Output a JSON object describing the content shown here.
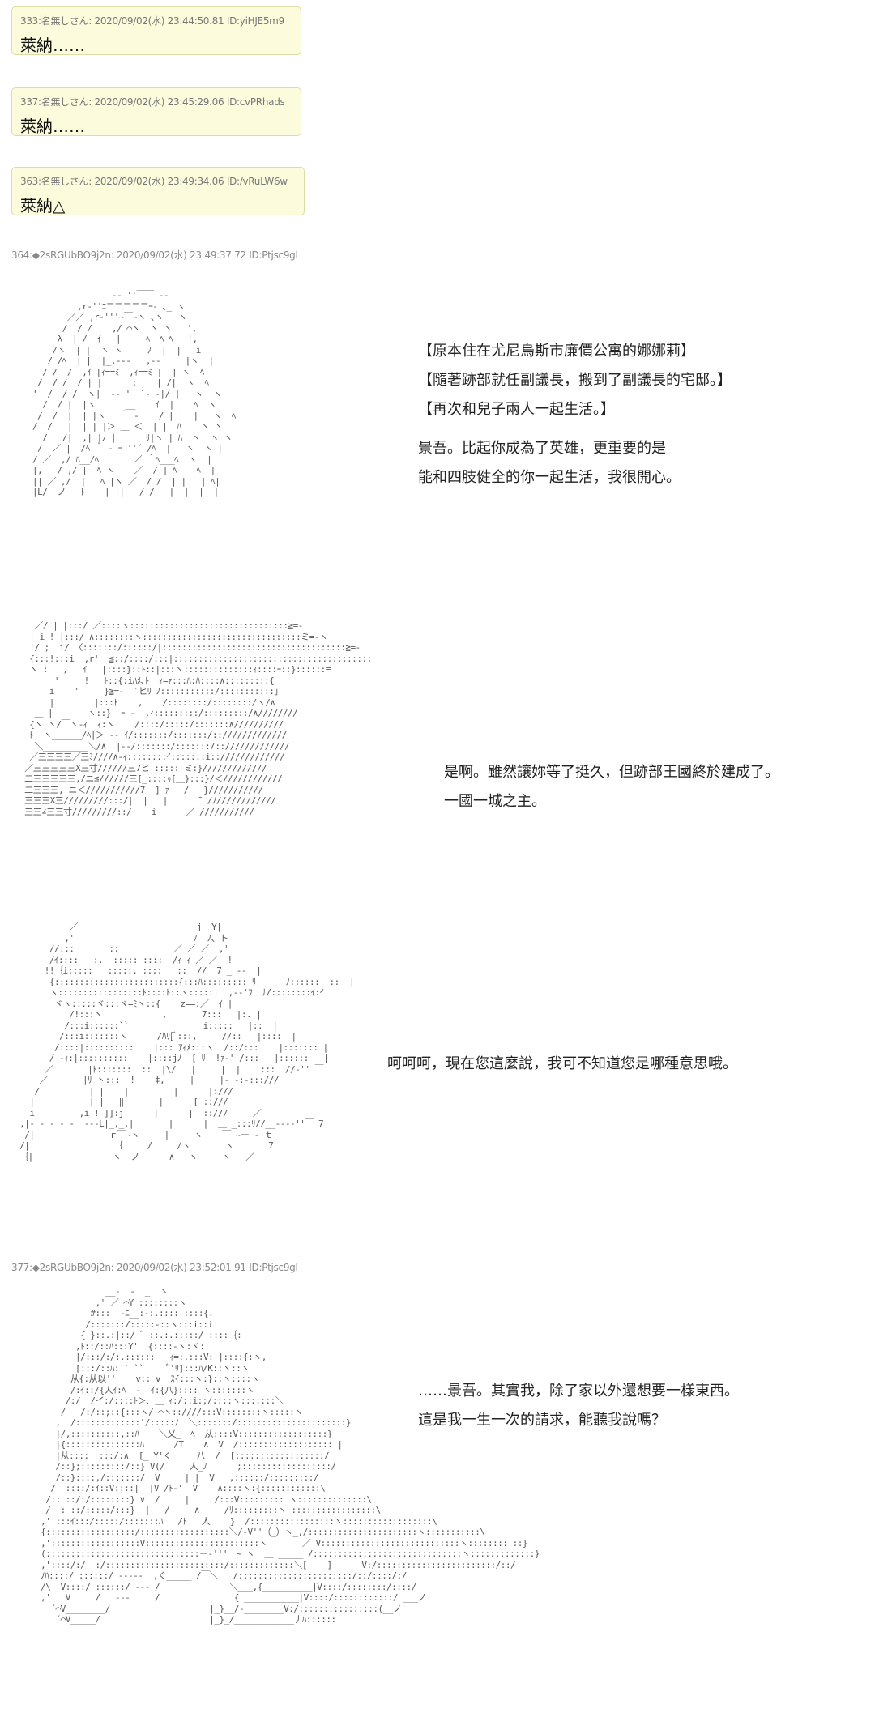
{
  "replies": [
    {
      "header": "333:名無しさん: 2020/09/02(水) 23:44:50.81 ID:yiHJE5m9",
      "text": "萊納……"
    },
    {
      "header": "337:名無しさん: 2020/09/02(水) 23:45:29.06 ID:cvPRhads",
      "text": "萊納……"
    },
    {
      "header": "363:名無しさん: 2020/09/02(水) 23:49:34.06 ID:/vRuLW6w",
      "text": "萊納△"
    }
  ],
  "posts": [
    {
      "header": "364:◆2sRGUbBO9j2n: 2020/09/02(水) 23:49:37.72 ID:Ptjsc9gl",
      "panels": [
        {
          "lines": [
            "【原本住在尤尼烏斯市廉價公寓的娜娜莉】",
            "【隨著跡部就任副議長，搬到了副議長的宅邸。】",
            "【再次和兒子兩人一起生活。】",
            "",
            "景吾。比起你成為了英雄，更重要的是",
            "能和四肢健全的你一起生活，我很開心。"
          ]
        },
        {
          "lines": [
            "是啊。雖然讓妳等了挺久，但跡部王國終於建成了。",
            "一國一城之主。"
          ]
        },
        {
          "lines": [
            "呵呵呵，現在您這麼說，我可不知道您是哪種意思哦。"
          ]
        }
      ]
    },
    {
      "header": "377:◆2sRGUbBO9j2n: 2020/09/02(水) 23:52:01.91 ID:Ptjsc9gl",
      "panels": [
        {
          "lines": [
            "……景吾。其實我，除了家以外還想要一樣東西。",
            "這是我一生一次的請求，能聽我說嗎？"
          ]
        }
      ]
    }
  ],
  "art": {
    "a1": "              _ -‐ ''￣￣ ‐- _\n         ,r‐''ﾆ二二二二二ｰ- ､_ ヽ\n       ／／ ,r‐'''~￣~ヽ ､ヽ   ヽ\n      /  / /    ,/ ⌒ヽ  ヽ ヽ   ',\n     λ  | /  ｲ   |     ﾍ  ﾍ ﾍ   ',\n    /ヽ  | |  ヽ ヽ     ﾉ  |  |   i\n   / /ﾍ  | |  |_,‐--   ,‐-  |  |ヽ  |\n  / /  /  ,ｲ |ｨ==ﾐ  ,ｨ==ﾐ |  | ヽ  ﾍ\n /  / /  / | |      ;    | /|  ヽ  ﾍ\n'  /  / /  ヽ|  ‐- '  `- ‐|/ |   ヽ  ヽ\n  /  / |  |ヽ      __    ｲ  |    ﾍ  ヽ\n /  /  |  | |ヽ   ｀ -    / | |  |   ヽ  ﾍ\n/  /   |  | | |＞ ＿ ＜  | |  ﾊ    ヽ ヽ\n  /   /|  ,| |ﾉ |      ﾘ|ヽ | ﾊ  ヽ  ヽ ヽ\n /  ／ |  /ﾍ ｀ ‐ ｰ ''´ /ﾍ  |   ヽ  ヽ |\n/ ／  ,/ ﾊ__/ﾍ       ／ ｀ﾍ___ﾍ  ヽ  |\n|,   / ,/ |  ﾍ ヽ    ／  / | ﾍ    ﾍ  |\n|| ／ ,/  |   ﾍ |ヽ ／  / /  | |   | ﾍ|\n|L/  ノ   ﾄ    | ||   / /   |  |  |  |",
    "a2": "   ／/ | |:::/ ／::::ヽ::::::::::::::::::::::::::::::::≧=‐\n  | i ! |:::/ ∧::::::::ヽ::::::::::::::::::::::::::::::::ミ=-ヽ\n  !/ ;  i/ 〈:::::::/::::::/|:::::::::::::::::::::::::::::::::::::≧=-\n  {:::!:::i  ,r'  ≦::/::::/:::|::::::::::::::::::::::::::::::::::::::::\n  ヽ :   ,   ｲ   |::::}::ﾄ::|:::ヽ::::::::::::::ｨ::::ｰ::}::::::≡\n       '     !   ﾄ::{:iﾊﾒ､ﾄ  ｨ=ｧ:::ﾊ:ﾊ::::∧:::::::::{\n      i    '     }≧=-  ′ヒﾘ ﾉ:::::::::::/:::::::::::｣\n      |        |:::ﾄ    ,    /::::::::/::::::::/ヽ/∧\n   ＿_|       ヽ::}  ｰ -  ,ｨ:::::::::/:::::::::/∧////////\n  {ヽ ヽ/￣ヽ‐ｨ  ｨ:ヽ    /::::/:::::/:::::::∧//////////\n  ﾄ  ヽ______/ﾍ|＞ -‐ ｲ/:::::::/:::::::/:://///////////\n   ＼_________＼/∧  |‐‐/:::::::/:::::::/:://///////////\n  ／三三三三／三ﾐ////∧‐ｨ::::::::ｲ:::::::i:://///////////\n ／三三三三三X三寸//////三7ヒ ::::: ミ:}/////////////\n 二三三三三三,/ニ≦//////三[_::::ｩ[＿}:::}/＜////////////\n 二三三三,'ニ＜///////////7  ]_ｧ   /___}///////////\n 三三三X三/////////:::/|  |   |      ̄  /ﾉ////////////\n 三三∠三三寸/////////::/|   i      ／ ///////////",
    "a3": "           ／                        j  Y|\n          ,'                        ﾉ  ﾉ、ト\n       //:::       ::           ／ ／ ／  ,'\n       /ｲ::::   :.  ::::: ::::  /ｨ ｨ ／ ／  !\n      !!｛i:::::   :::::. ::::   ::  //  7 _ -‐  |\n       {:::::::::::::::::::::::::{:::ﾊ::::::::: ﾘ      ﾉ::::::  ::  |\n       ヽ:::::::::::::::::ﾄ::::ﾄ::ヽ:::::|  ,-‐'ﾌ  ﾅ/::::::::ｲ:ｲ\n        ヾヽ:::::ヾ:::ヾ=ﾐヽ::{    z==:／  ｲ |\n           /!:::ヽ            ,       7:::   |:. |\n          /:::i::::::``               i:::::   |::  |\n         /:::i:::::::ヽ      /ﾊﾘ[ﾞ:::,     //::   |::::  |\n        /::::|::::::::::    |::: ｱｨﾒ:::ヽ  /::/:::    |::::::: |\n       / ‐ｨ:|::::::::::    |::::jﾉ  [ ﾘ  !ｧ‐' /:::   |::::::___|\n      ／       |ﾄ:::::::  ::  |\\/   |     |  |   |:::  //‐'' ￣\n     ／       |ﾘ 丶:::  !    ‡,     |     |‐ -:-:::///\n    /          | |    |         |      |:///\n   |           | |   ‖       |      [ ::///\n   i _       ,i_! ]]:j      |      |  ::///     ／\n ,|‐ - ‐ ‐ ‐  ‐-‐L|_,_,|       |      |  ＿ _:::ﾘ//__--‐‐''￣ 7\n  /|               ｒ￣~ヽ     |     ヽ    ￣ ~ー - ｔ\n /|                 ｛     /     /ヽ       ヽ       7\n ｛|                ヽ  ノ      ∧   ヽ     ヽ   ／",
    "a4": "              __-  ‐  _  ヽ\n            ,' ／ ⌒Y ::::::::ヽ\n           #:::  ‐ﾆ__:-:.:::: ::::{.\n          /:::::::/:::::-::ヽ:::i::i\n         {_}::.:|::/ ﾞ ::.:.:::::/ ::::｛:\n        ,ﾄ::/::ﾊ:::Y'  {::::-ヽ:ヾ:\n        |/:::/:/:.::::::   ｨ=:.:::V:||::::{:ヽ,\n        [:::/::ﾊ: ` ``     ﾞ'ﾘ]:::ﾊ/K::ヽ::ヽ\n       从{:从以''    v:: v  ｽ{:::ヽ:}::ヽ::::ヽ\n       /:ｲ::/{人ｲ:ﾍ  ‐  ｲ:{八}:::: ヽ:::::::ヽ\n      /:/  /イ:/::::ﾄ＞､ ＿ ｨ:/::i:;/::::ヽ:::::::＼\n     /   /:/::;::{:::ヽ/ ⌒ヽ::////:::V::::::::ヽ:::::ヽ\n    ,  /:::::::::::::'/:::::ﾉ  ＼:::::::/::::::::::::::::::::::}\n    |/,::::::::::,::ﾊ    ＼乂_  ﾍ  从::::V::::::::::::::::::}\n    |{:::::::::::::::ﾊ      /T    ∧  V  /::::::::::::::::::: |\n    |从::::  :::/:∧  [_ Y'く     八  /  [::::::::::::::::::/\n    /::};:::::::::/::} V(/     人_ﾉ      ;::::::::::::::::::/\n    /::}::::,/:::::::/  V     | |  V   ,::::::/:::::::::/\n   /  ::::/:ｲ::V::::|  |V_/ﾄ‐'  V    ∧::::ヽ:{::::::::::::\\\n  /:: ::/:/::::::::} ∨  /     |     /:::V::::::::: ヽ::::::::::::::\\\n  /  : ::/:::::/:::}  |   /     ∧     /ﾘ:::::::::ヽ :::::::::::::::::\\\n ,' :::ｲ:::/:::::/:::::::ﾊ   /ﾄ   人    }  /:::::::::::::::::ヽ::::::::::::::::::\\\n {::::::::::::::::::/::::::::::::::::::＼/‐V''（_）ヽ_,/::::::::::::::::::::::ヽ:::::::::::\\\n ,'::::::::::::::::::V:::::::::::::::::::::::ヽ       ／ V::::::::::::::::::::::::::::ヽ:::::::: ::}\n (:::::::::::::::::::::::::::::::ー‐'''￣~ ヽ  ＿ _____ /::::::::::::::::::::::::::::::ヽ:::::::::::::}\n ,'::::/:/  :/::::::::::::::::::::::::/:::::::::::::＼[____]______V:/::::::::::::::::::::::::/::/\n ﾉﾊ::::/ ::::::/ ‐‐‐‐‐  ,く_____ /￣＼   /:::::::::::::::::::::::/::/::::/:/\n /\\  V::::/ ::::::/ ‐‐‐ /              ＼___,{__________|V::::/::::::::/::::/\n ,'   V     /   ‐‐-     /               { ___________|V::::/::::::::::::/ ___ノ\n   ´⌒V________/                    |_}__/-________V:/::::::::::::::::(__ノ\n    ´⌒V_____/                      |_}_/____________丿ﾊ::::::"
  }
}
